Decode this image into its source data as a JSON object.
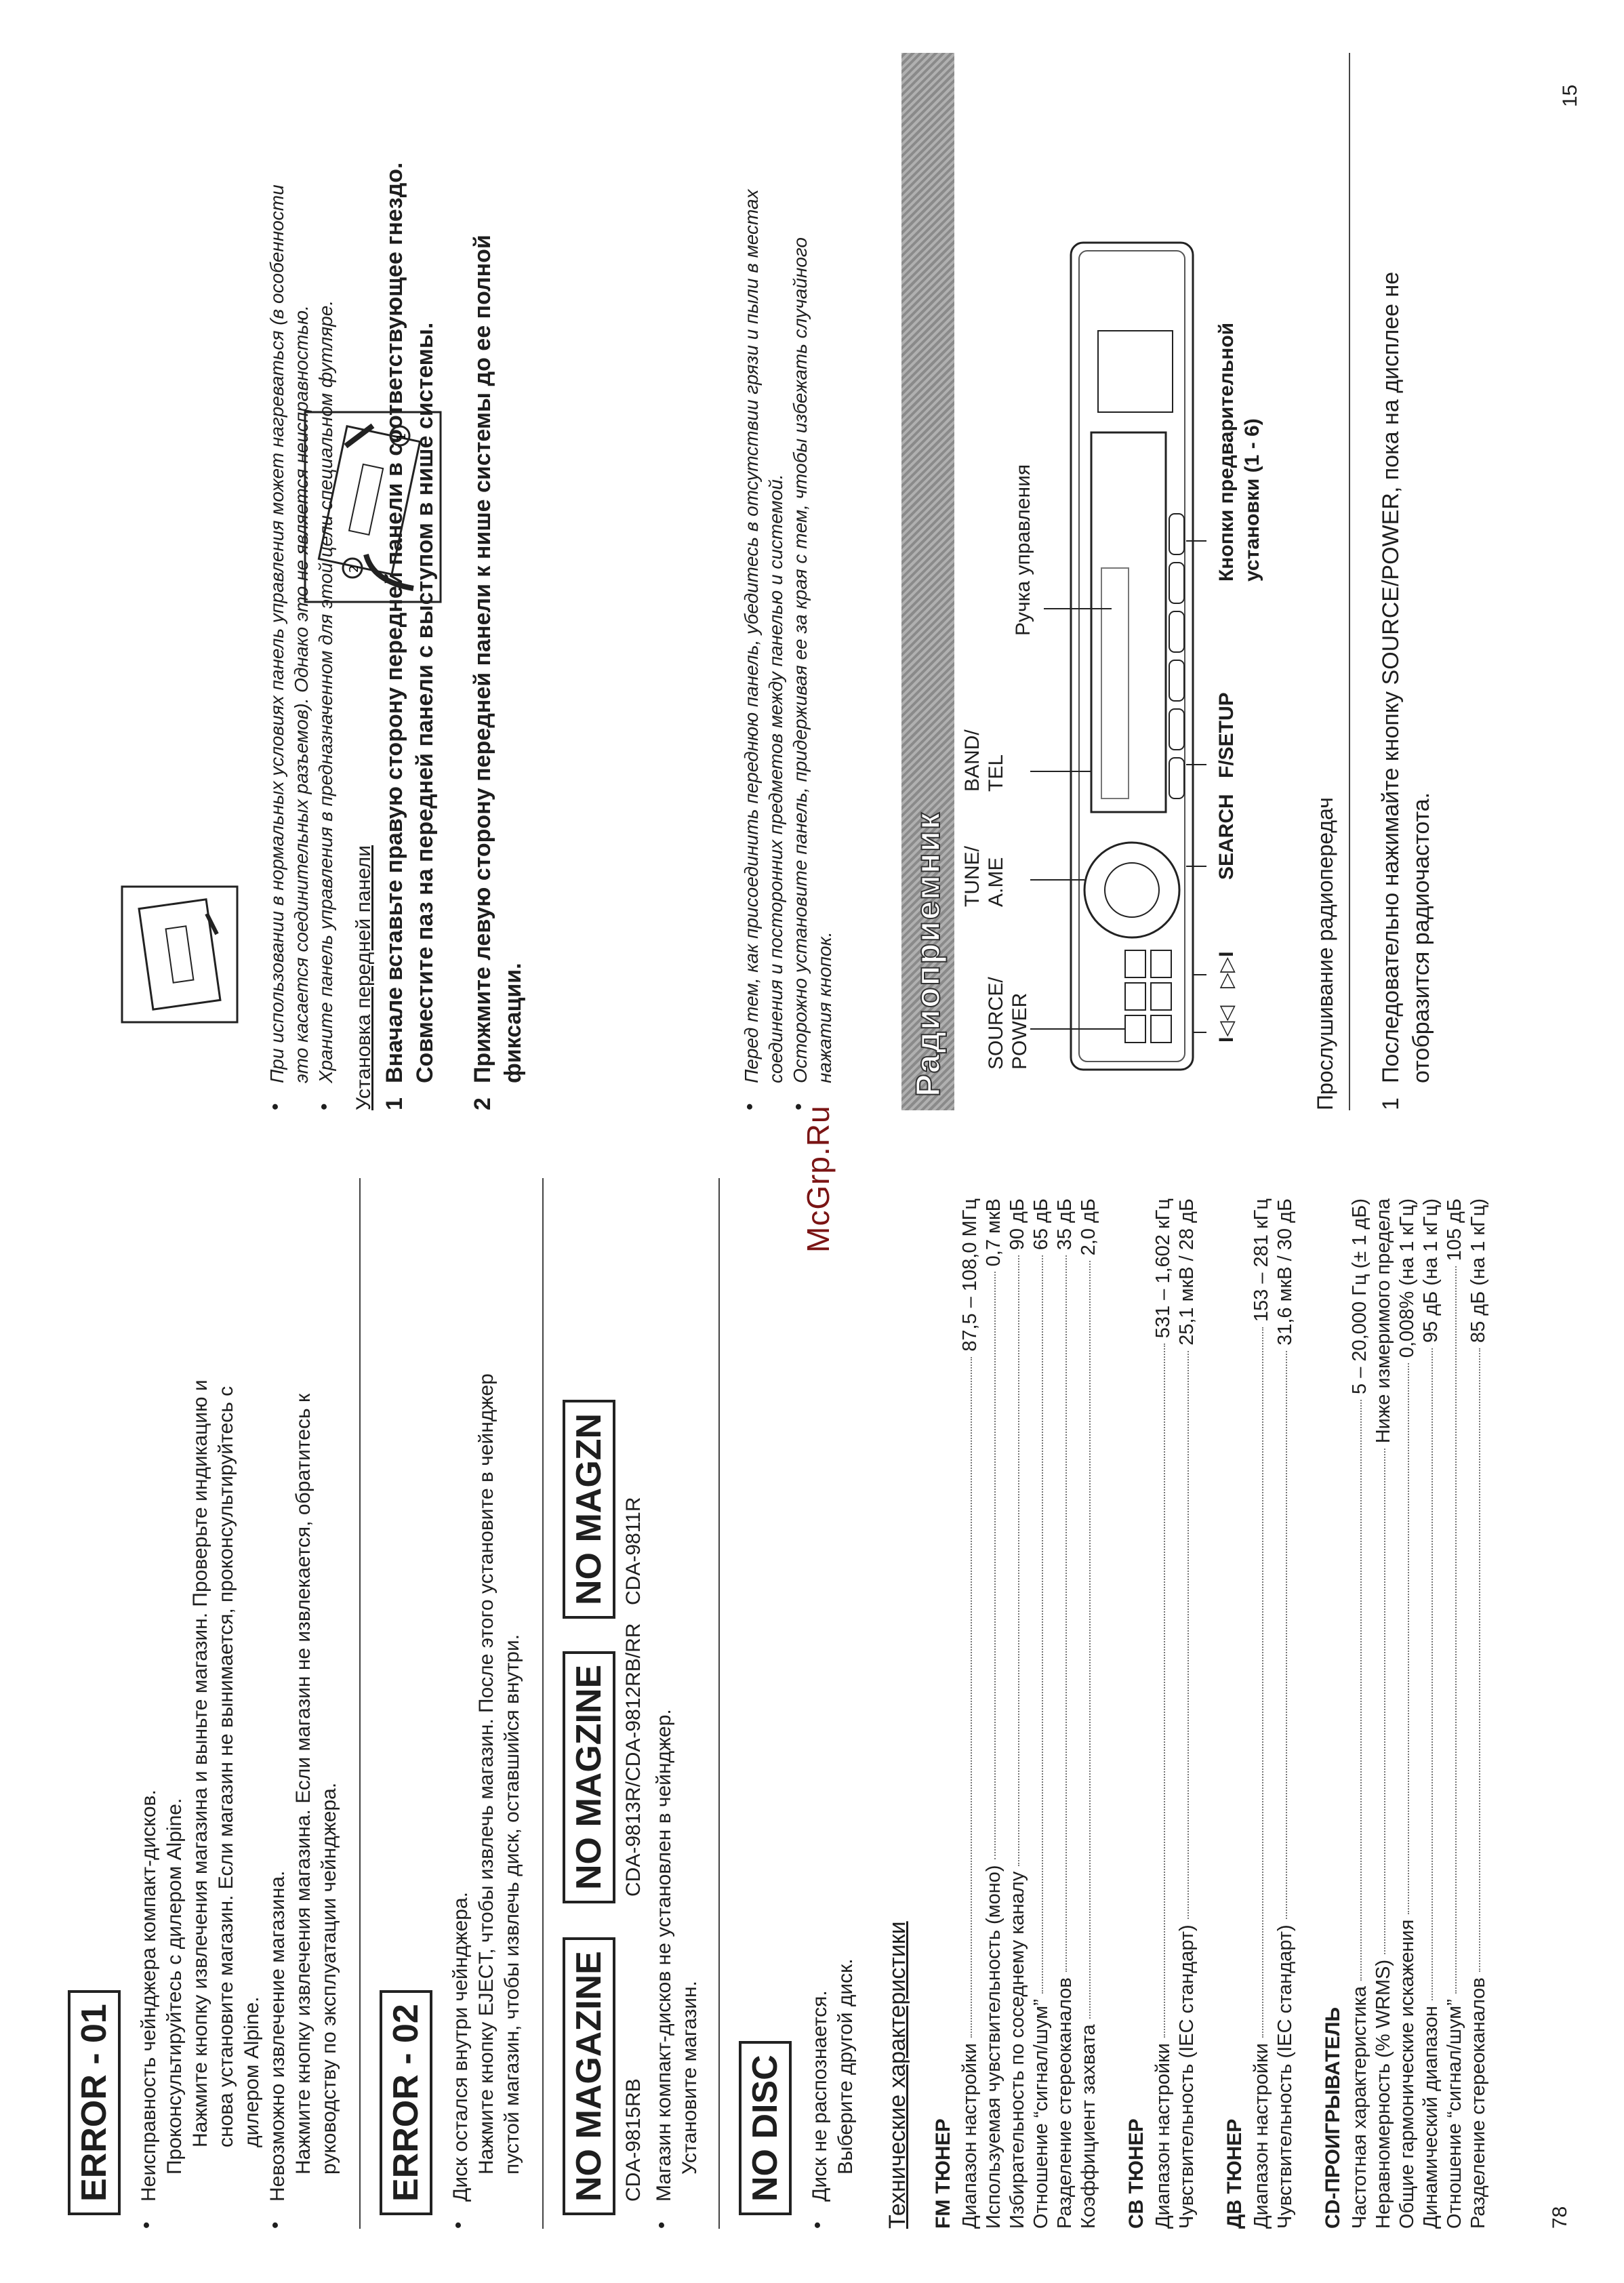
{
  "page_numbers": {
    "left": "78",
    "right": "15"
  },
  "watermark": "McGrp.Ru",
  "left": {
    "error01": {
      "title": "ERROR - 01",
      "lines": [
        "Неисправность чейнджера компакт-дисков.",
        "Проконсультируйтесь с дилером Alpine.",
        "Нажмите кнопку извлечения магазина и выньте магазин. Проверьте индикацию и",
        "снова установите магазин. Если магазин не вынимается, проконсультируйтесь с",
        "дилером Alpine.",
        "Невозможно извлечение магазина.",
        "Нажмите кнопку извлечения магазина. Если магазин не извлекается, обратитесь к",
        "руководству по эксплуатации чейнджера."
      ]
    },
    "error02": {
      "title": "ERROR - 02",
      "lines": [
        "Диск остался внутри чейнджера.",
        "Нажмите кнопку EJECT, чтобы извлечь магазин. После этого установите в чейнджер",
        "пустой магазин, чтобы извлечь диск, оставшийся внутри."
      ]
    },
    "no_magazine": {
      "labels": [
        "NO MAGAZINE",
        "NO MAGZINE",
        "NO MAGZN"
      ],
      "models": [
        "CDA-9815RB",
        "CDA-9813R/CDA-9812RB/RR",
        "CDA-9811R"
      ],
      "lines": [
        "Магазин компакт-дисков не установлен в чейнджер.",
        "Установите магазин."
      ]
    },
    "no_disc": {
      "title": "NO DISC",
      "lines": [
        "Диск не распознается.",
        "Выберите другой диск."
      ]
    },
    "specs": {
      "title": "Технические характеристики",
      "groups": [
        {
          "name": "FM ТЮНЕР",
          "rows": [
            {
              "label": "Диапазон настройки",
              "value": "87,5 – 108,0 МГц"
            },
            {
              "label": "Используемая чувствительность (моно)",
              "value": "0,7 мкВ"
            },
            {
              "label": "Избирательность по соседнему каналу",
              "value": "90 дБ"
            },
            {
              "label": "Отношение “сигнал/шум”",
              "value": "65 дБ"
            },
            {
              "label": "Разделение стереоканалов",
              "value": "35 дБ"
            },
            {
              "label": "Коэффициент захвата",
              "value": "2,0 дБ"
            }
          ]
        },
        {
          "name": "СВ ТЮНЕР",
          "rows": [
            {
              "label": "Диапазон настройки",
              "value": "531 – 1,602 кГц"
            },
            {
              "label": "Чувствительность (IEC стандарт)",
              "value": "25,1 мкВ / 28 дБ"
            }
          ]
        },
        {
          "name": "ДВ ТЮНЕР",
          "rows": [
            {
              "label": "Диапазон настройки",
              "value": "153 – 281 кГц"
            },
            {
              "label": "Чувствительность (IEC стандарт)",
              "value": "31,6 мкВ / 30 дБ"
            }
          ]
        },
        {
          "name": "CD-ПРОИГРЫВАТЕЛЬ",
          "rows": [
            {
              "label": "Частотная характеристика",
              "value": "5 – 20,000 Гц (± 1 дБ)"
            },
            {
              "label": "Неравномерность (% WRMS)",
              "value": "Ниже измеримого предела"
            },
            {
              "label": "Общие гармонические искажения",
              "value": "0,008% (на 1 кГц)"
            },
            {
              "label": "Динамический диапазон",
              "value": "95 дБ (на 1 кГц)"
            },
            {
              "label": "Отношение “сигнал/шум”",
              "value": "105 дБ"
            },
            {
              "label": "Разделение стереоканалов",
              "value": "85 дБ (на 1 кГц)"
            }
          ]
        }
      ]
    }
  },
  "right": {
    "notes_top": [
      "При использовании в нормальных условиях панель управления может нагреваться (в особенности",
      "это касается соединительных разъемов). Однако это не является неисправностью.",
      "Храните панель управления в предназначенном для этой цели специальном футляре."
    ],
    "install": {
      "heading": "Установка передней панели",
      "step1_num": "1",
      "step1": [
        "Вначале вставьте правую сторону передней панели в соответствующее гнездо.",
        "Совместите паз на передней панели с выступом в нише системы."
      ],
      "step2_num": "2",
      "step2": [
        "Прижмите левую сторону передней панели к нише системы до ее полной",
        "фиксации."
      ]
    },
    "notes_mid": [
      "Перед тем, как присоединить переднюю панель, убедитесь в отсутствии грязи и пыли в местах",
      "соединения и посторонних предметов между панелью и системой.",
      "Осторожно установите панель, придерживая ее за края с тем, чтобы избежать случайного",
      "нажатия кнопок."
    ],
    "radio": {
      "title": "Радиоприемник",
      "labels": {
        "source": "SOURCE/",
        "power": "POWER",
        "tune": "TUNE/",
        "ame": "A.ME",
        "band": "BAND/",
        "tel": "TEL",
        "knob": "Ручка управления",
        "prev": "I◁◁",
        "next": "▷▷I",
        "search": "SEARCH",
        "fsetup": "F/SETUP",
        "preset1": "Кнопки предварительной",
        "preset2": "установки (1 - 6)"
      },
      "listen_heading": "Прослушивание радиопередач",
      "step1_num": "1",
      "step1": [
        "Последовательно нажимайте кнопку SOURCE/POWER, пока на дисплее не",
        "отобразится радиочастота."
      ]
    }
  }
}
